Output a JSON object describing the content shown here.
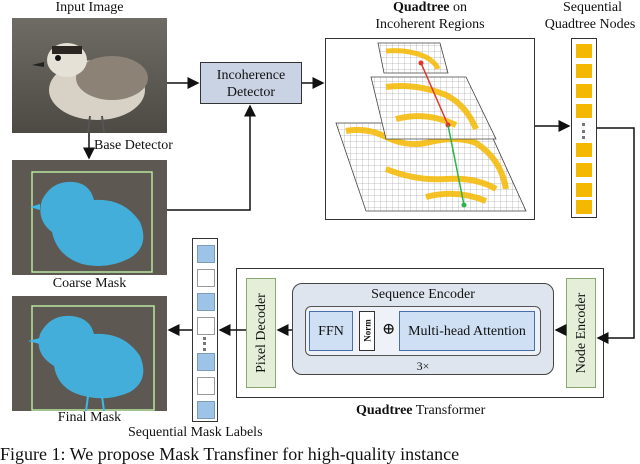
{
  "labels": {
    "input_image": "Input Image",
    "base_detector": "Base Detector",
    "coarse_mask": "Coarse Mask",
    "final_mask": "Final Mask",
    "incoherence_detector_l1": "Incoherence",
    "incoherence_detector_l2": "Detector",
    "quadtree_bold": "Quadtree",
    "quadtree_on": " on",
    "incoherent_regions": "Incoherent Regions",
    "sequential_nodes_l1": "Sequential",
    "sequential_nodes_l2": "Quadtree Nodes",
    "sequence_encoder": "Sequence Encoder",
    "ffn": "FFN",
    "norm": "Norm",
    "plus": "⊕",
    "mha": "Multi-head Attention",
    "repeat": "3×",
    "pixel_decoder": "Pixel Decoder",
    "node_encoder": "Node Encoder",
    "qt_transformer_bold": "Quadtree",
    "qt_transformer_rest": " Transformer",
    "sequential_mask_labels": "Sequential Mask Labels",
    "caption_fragment": "Figure 1: We propose Mask Transfiner for high-quality instance"
  },
  "colors": {
    "node_fill": "#f5b800",
    "mask_blue": "#3fb7e8",
    "mask_label_blue": "#9dc3e6",
    "detector_fill": "#c9d3e3",
    "encoder_bg": "#dfe5ef",
    "inner_box": "#cfe0f5",
    "arrow_red": "#e0352b",
    "arrow_green": "#2bb34a"
  },
  "node_sequence": [
    "filled",
    "filled",
    "filled",
    "filled",
    "ellipsis",
    "filled",
    "filled",
    "filled",
    "filled"
  ],
  "mask_label_sequence": [
    "blue",
    "white",
    "blue",
    "white",
    "ellipsis",
    "blue",
    "white",
    "blue"
  ]
}
